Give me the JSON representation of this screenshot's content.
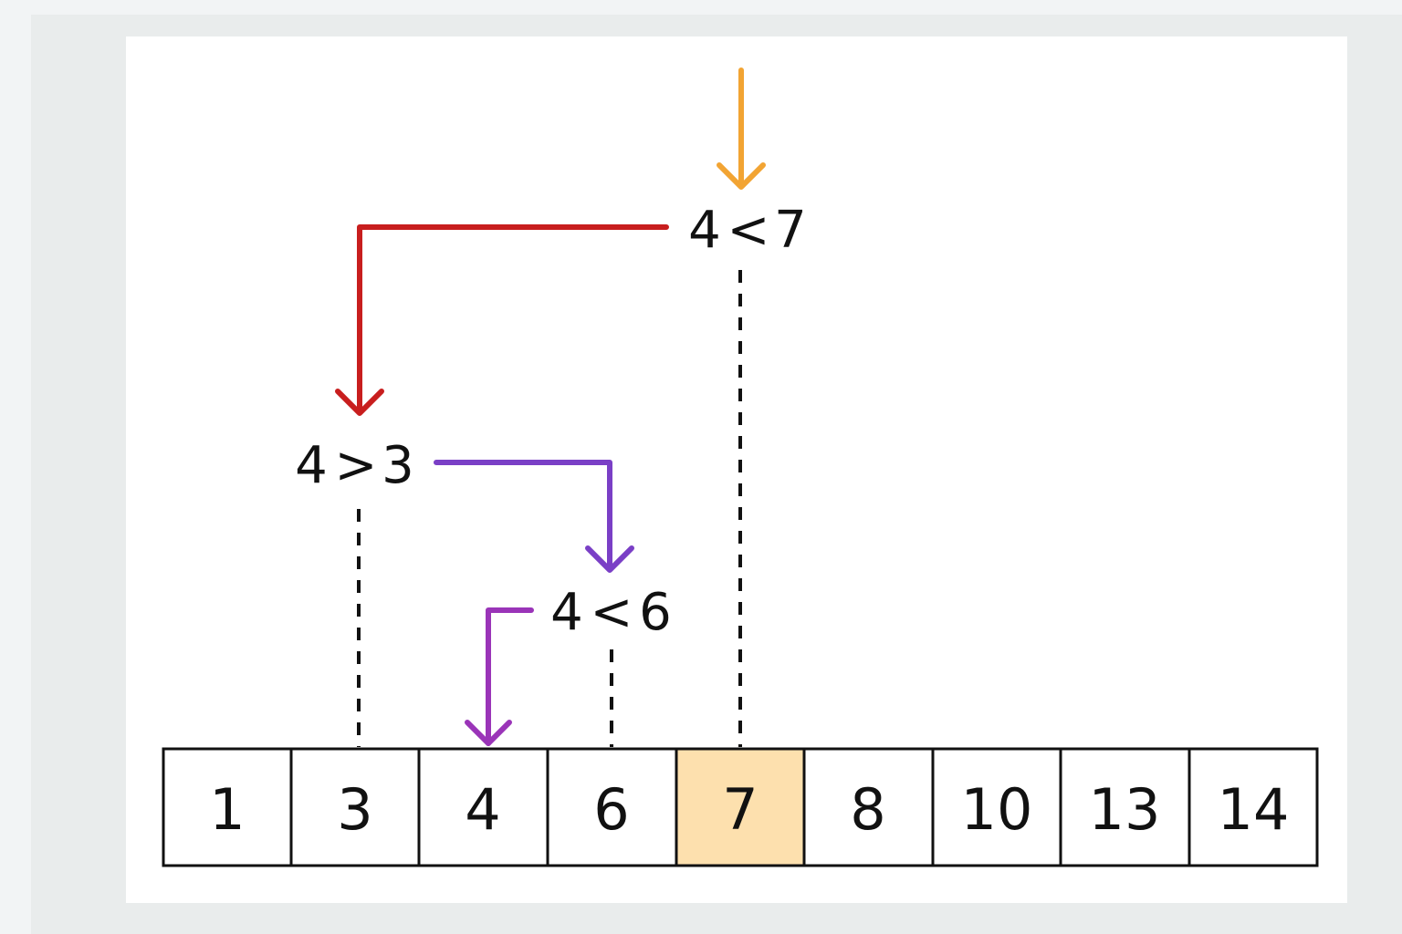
{
  "array": {
    "values": [
      "1",
      "3",
      "4",
      "6",
      "7",
      "8",
      "10",
      "13",
      "14"
    ],
    "highlight_index": 4,
    "highlight_color": "#fde0ae"
  },
  "comparisons": [
    {
      "left": "4",
      "op": "<",
      "right": "7"
    },
    {
      "left": "4",
      "op": ">",
      "right": "3"
    },
    {
      "left": "4",
      "op": "<",
      "right": "6"
    }
  ],
  "colors": {
    "entry_arrow": "#f2a433",
    "step1_arrow": "#c81e1e",
    "step2_arrow": "#7a3fc6",
    "step3_arrow": "#9a34b8",
    "guide_line": "#111111",
    "cell_border": "#111111"
  }
}
